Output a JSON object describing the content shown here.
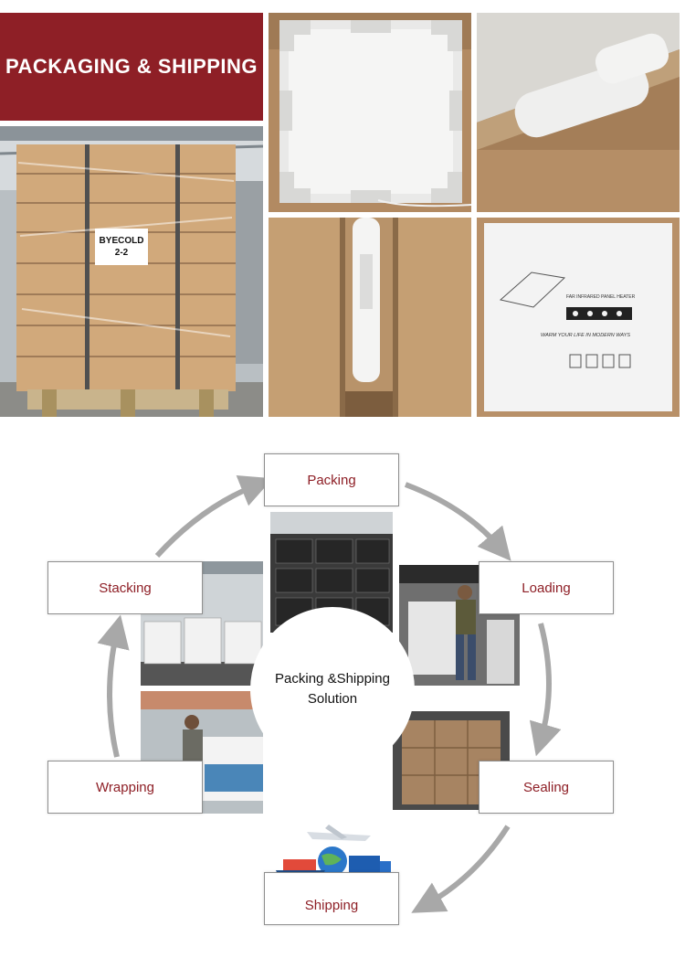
{
  "banner": {
    "title": "PACKAGING & SHIPPING"
  },
  "box_label": {
    "line1": "BYECOLD",
    "line2": "2-2"
  },
  "carton_print": {
    "product": "FAR INFRARED PANEL HEATER",
    "slogan": "WARM YOUR LIFE IN MODERN WAYS"
  },
  "flow": {
    "center_line1": "Packing &Shipping",
    "center_line2": "Solution",
    "steps": {
      "packing": "Packing",
      "loading": "Loading",
      "sealing": "Sealing",
      "shipping": "Shipping",
      "wrapping": "Wrapping",
      "stacking": "Stacking"
    }
  },
  "colors": {
    "brand_red": "#8e1f26",
    "arrow_gray": "#a8a8a8",
    "cardboard": "#b98a5e",
    "foam": "#ececec"
  }
}
